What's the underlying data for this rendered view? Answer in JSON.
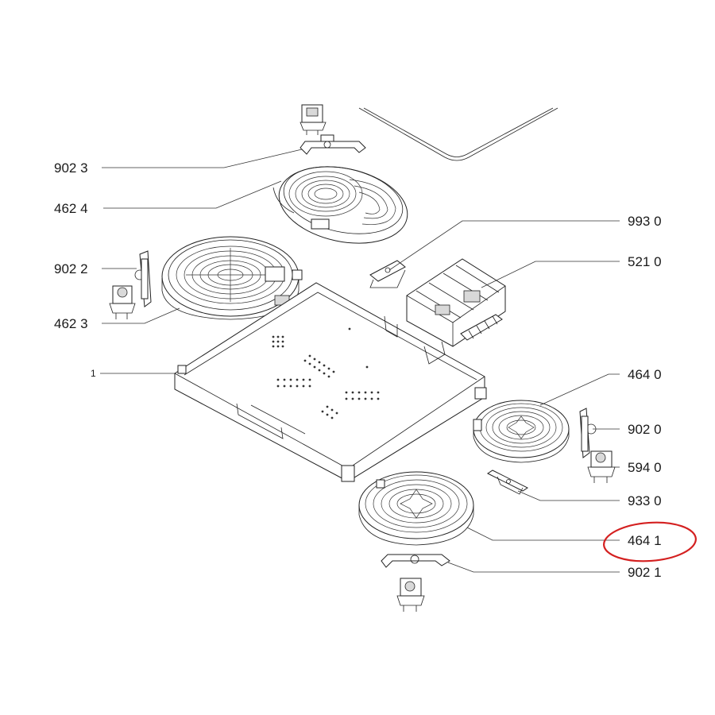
{
  "callouts": [
    {
      "id": "c9023",
      "text": "902 3"
    },
    {
      "id": "c4624",
      "text": "462 4"
    },
    {
      "id": "c9022",
      "text": "902 2"
    },
    {
      "id": "c4623",
      "text": "462 3"
    },
    {
      "id": "c1",
      "text": "1"
    },
    {
      "id": "c9930",
      "text": "993 0"
    },
    {
      "id": "c5210",
      "text": "521 0"
    },
    {
      "id": "c4640",
      "text": "464 0"
    },
    {
      "id": "c9020",
      "text": "902 0"
    },
    {
      "id": "c5940",
      "text": "594 0"
    },
    {
      "id": "c9330",
      "text": "933 0"
    },
    {
      "id": "c4641",
      "text": "464 1"
    },
    {
      "id": "c9021",
      "text": "902 1"
    }
  ],
  "highlight": {
    "target": "464 1",
    "color": "#d42020"
  },
  "colors": {
    "line": "#333333",
    "highlight": "#d42020",
    "background": "#ffffff"
  }
}
